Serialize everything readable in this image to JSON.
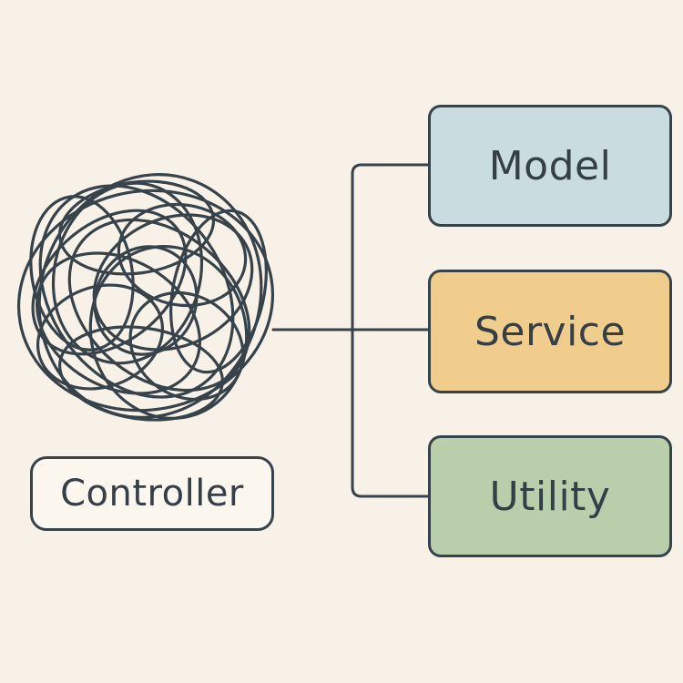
{
  "controller": {
    "label": "Controller"
  },
  "components": [
    {
      "label": "Model",
      "color": "#c9dcdf"
    },
    {
      "label": "Service",
      "color": "#f1cd8d"
    },
    {
      "label": "Utility",
      "color": "#b9cfac"
    }
  ],
  "colors": {
    "background": "#f8f1e7",
    "stroke": "#37434b",
    "text": "#343f47"
  }
}
